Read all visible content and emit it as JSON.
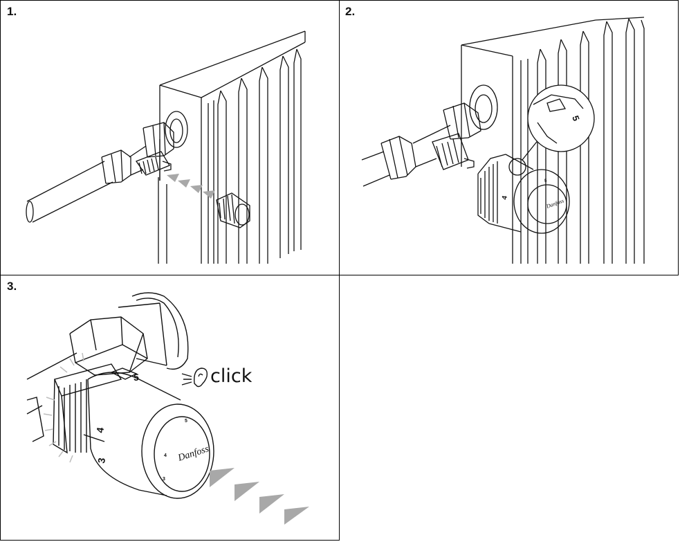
{
  "steps": [
    {
      "number": "1."
    },
    {
      "number": "2."
    },
    {
      "number": "3."
    }
  ],
  "step2": {
    "zoom_dial_mark": "5",
    "dial_mark_main": "4",
    "dial_mark_small": "5"
  },
  "step3": {
    "click_label": "click",
    "dial_marks": {
      "five_top": "5",
      "four_side": "4",
      "three_side": "3",
      "five_front": "5",
      "four_front": "4",
      "three_front": "3"
    },
    "logo_text": "Danfoss"
  },
  "colors": {
    "line": "#111111",
    "arrow": "#a8a8a8",
    "background": "#ffffff"
  },
  "icons": [
    "ear-icon",
    "sound-lines-icon",
    "arrow-triangle-icon"
  ]
}
